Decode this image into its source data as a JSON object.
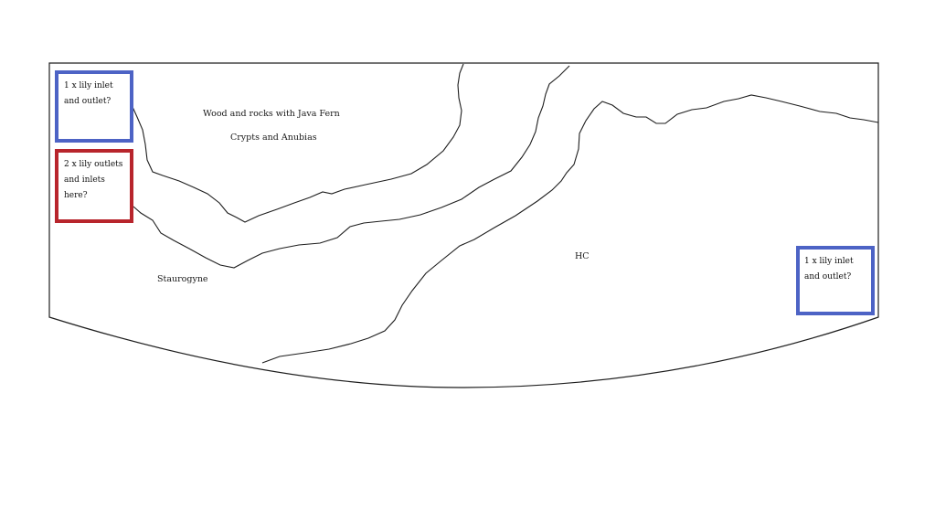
{
  "colors": {
    "outline": "#1e1e1e",
    "blue_box": "#4d63c5",
    "red_box": "#b8252c",
    "background": "#ffffff"
  },
  "labels": {
    "wood": "Wood and rocks with Java Fern",
    "crypts": "Crypts and Anubias",
    "staurogyne": "Staurogyne",
    "hc": "HC"
  },
  "boxes": {
    "top_left": "1 x lily inlet\nand outlet?",
    "middle_left": "2 x lily outlets\nand inlets\nhere?",
    "right": "1 x lily inlet\nand outlet?"
  }
}
